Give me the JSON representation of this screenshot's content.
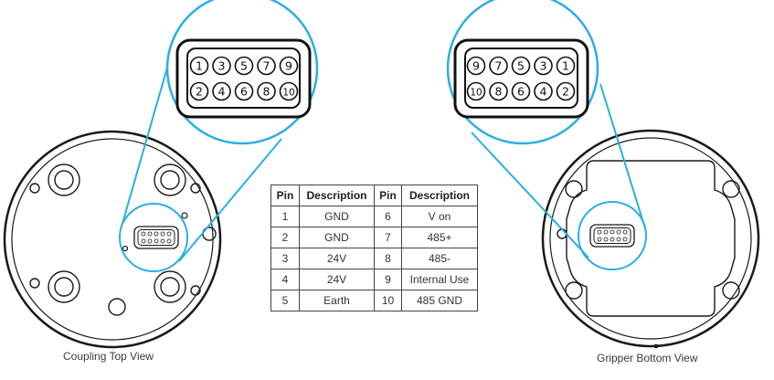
{
  "diagram": {
    "left_view_caption": "Coupling Top View",
    "right_view_caption": "Gripper Bottom View",
    "accent_color": "#2aaee3",
    "left_connector": {
      "top_row": [
        "1",
        "3",
        "5",
        "7",
        "9"
      ],
      "bottom_row": [
        "2",
        "4",
        "6",
        "8",
        "10"
      ]
    },
    "right_connector": {
      "top_row": [
        "9",
        "7",
        "5",
        "3",
        "1"
      ],
      "bottom_row": [
        "10",
        "8",
        "6",
        "4",
        "2"
      ]
    }
  },
  "pin_table": {
    "headers": [
      "Pin",
      "Description",
      "Pin",
      "Description"
    ],
    "rows": [
      [
        "1",
        "GND",
        "6",
        "V on"
      ],
      [
        "2",
        "GND",
        "7",
        "485+"
      ],
      [
        "3",
        "24V",
        "8",
        "485-"
      ],
      [
        "4",
        "24V",
        "9",
        "Internal Use"
      ],
      [
        "5",
        "Earth",
        "10",
        "485 GND"
      ]
    ]
  }
}
